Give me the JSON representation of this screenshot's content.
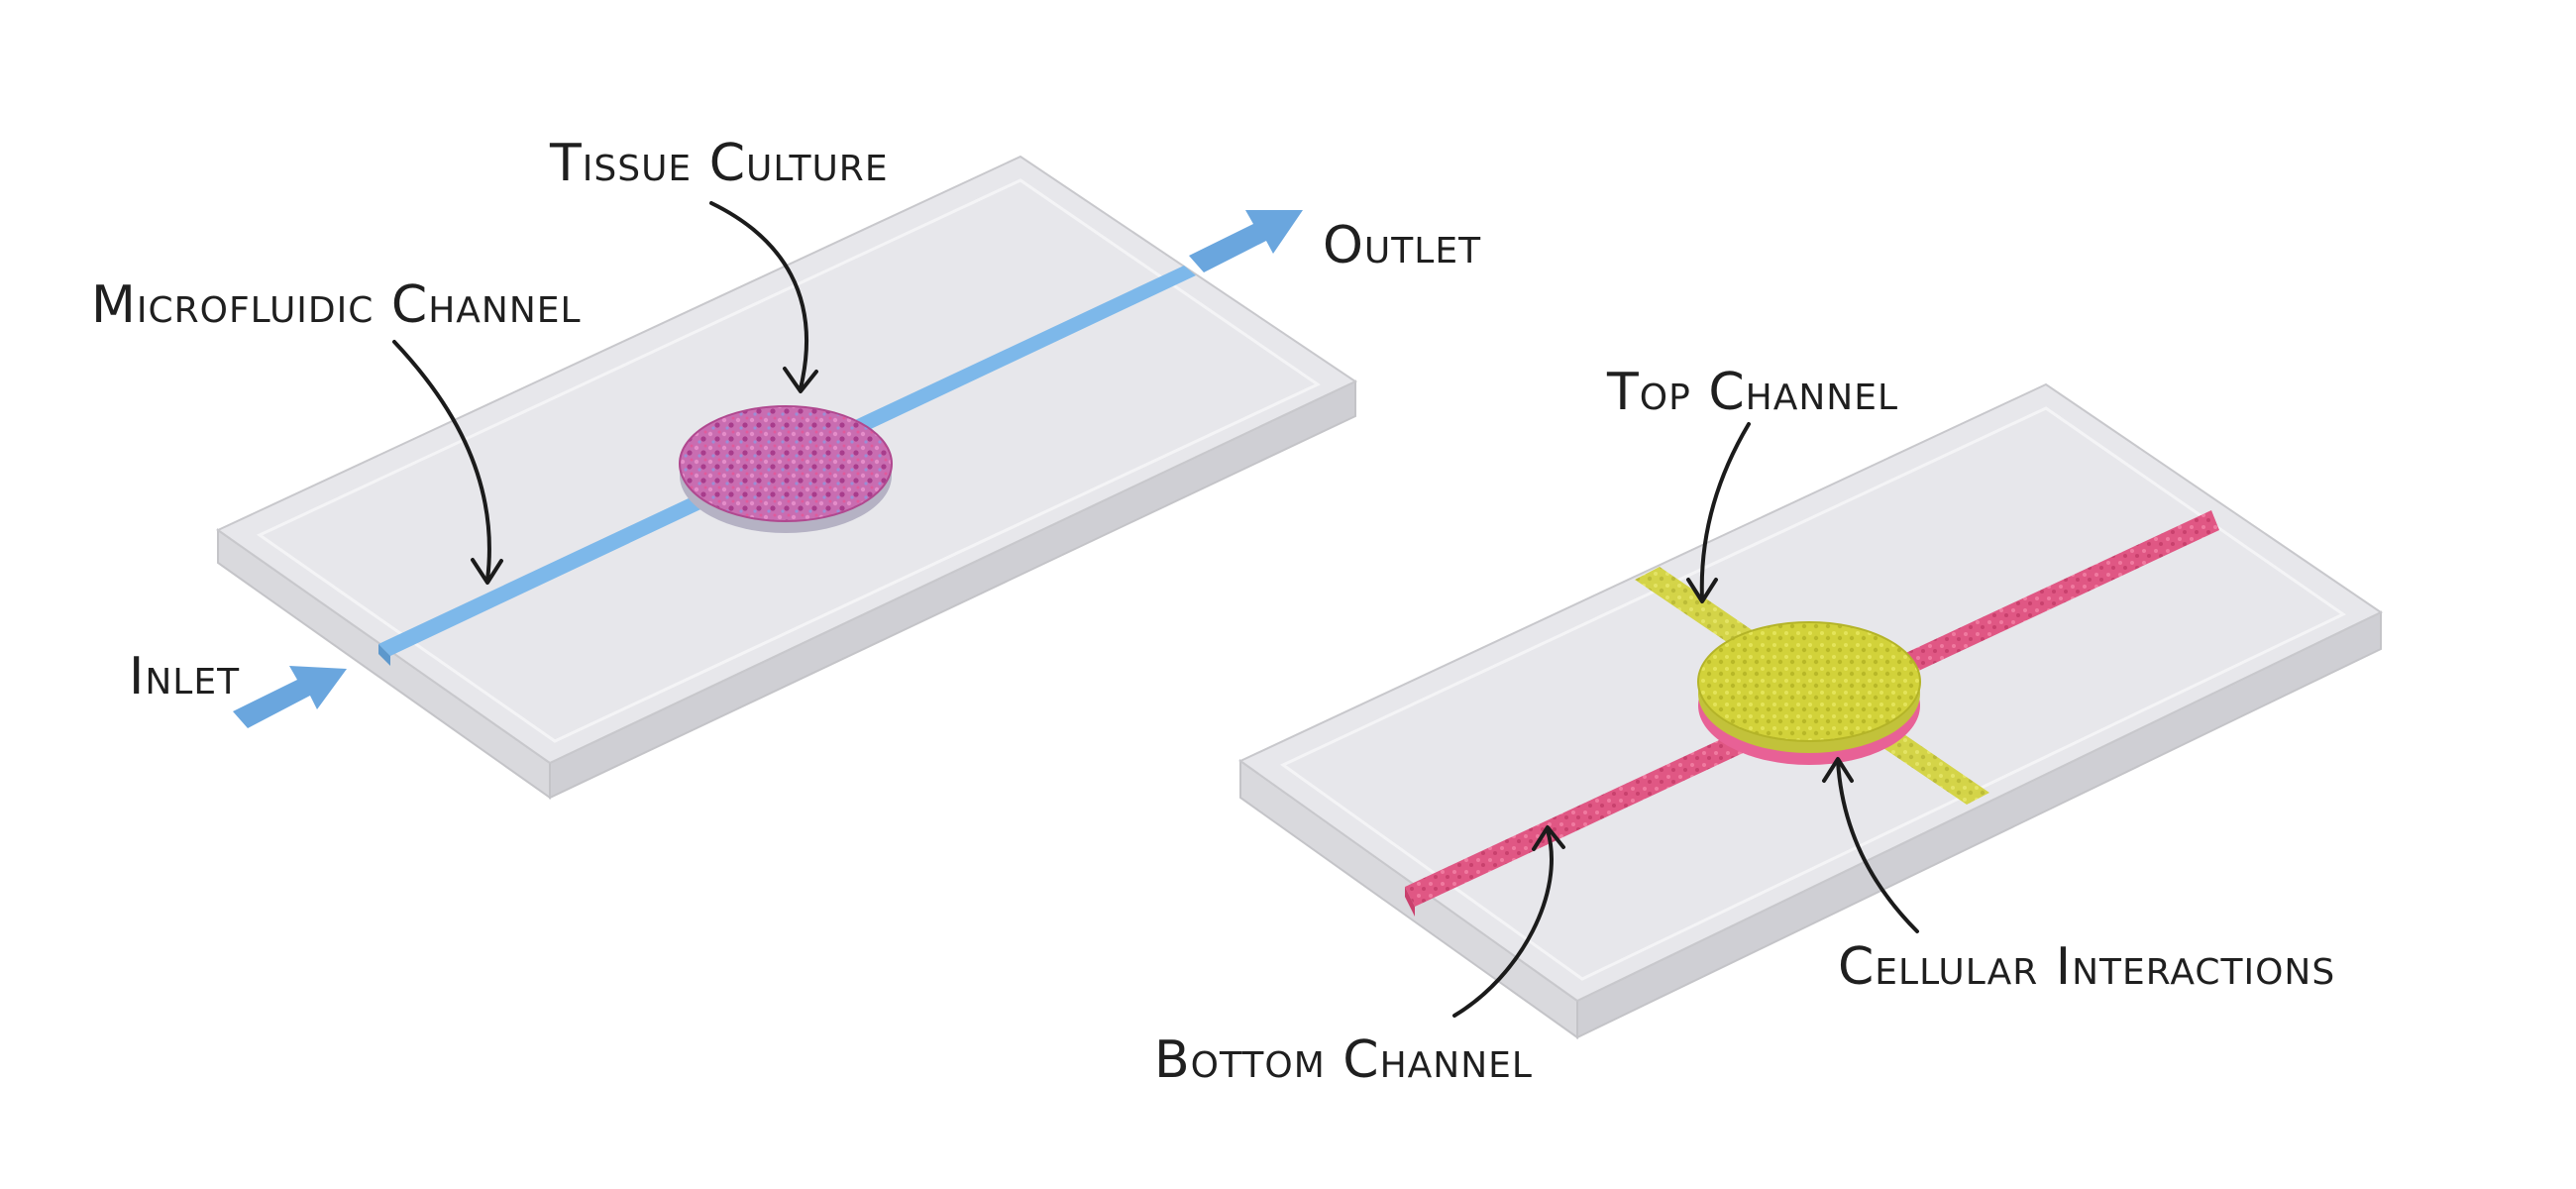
{
  "labels": {
    "tissue_culture": "Tissue Culture",
    "outlet": "Outlet",
    "microfluidic_channel": "Microfluidic Channel",
    "inlet": "Inlet",
    "top_channel": "Top Channel",
    "bottom_channel": "Bottom Channel",
    "cellular_interactions": "Cellular Interactions"
  },
  "colors": {
    "chip": "#e6e6ea",
    "chip_edge": "#c8c8cc",
    "flow_arrow": "#6aa6de",
    "microfluidic_channel": "#7db8ea",
    "tissue": "#c255a4",
    "top_channel": "#dcdc3e",
    "bottom_channel": "#e0527f"
  }
}
